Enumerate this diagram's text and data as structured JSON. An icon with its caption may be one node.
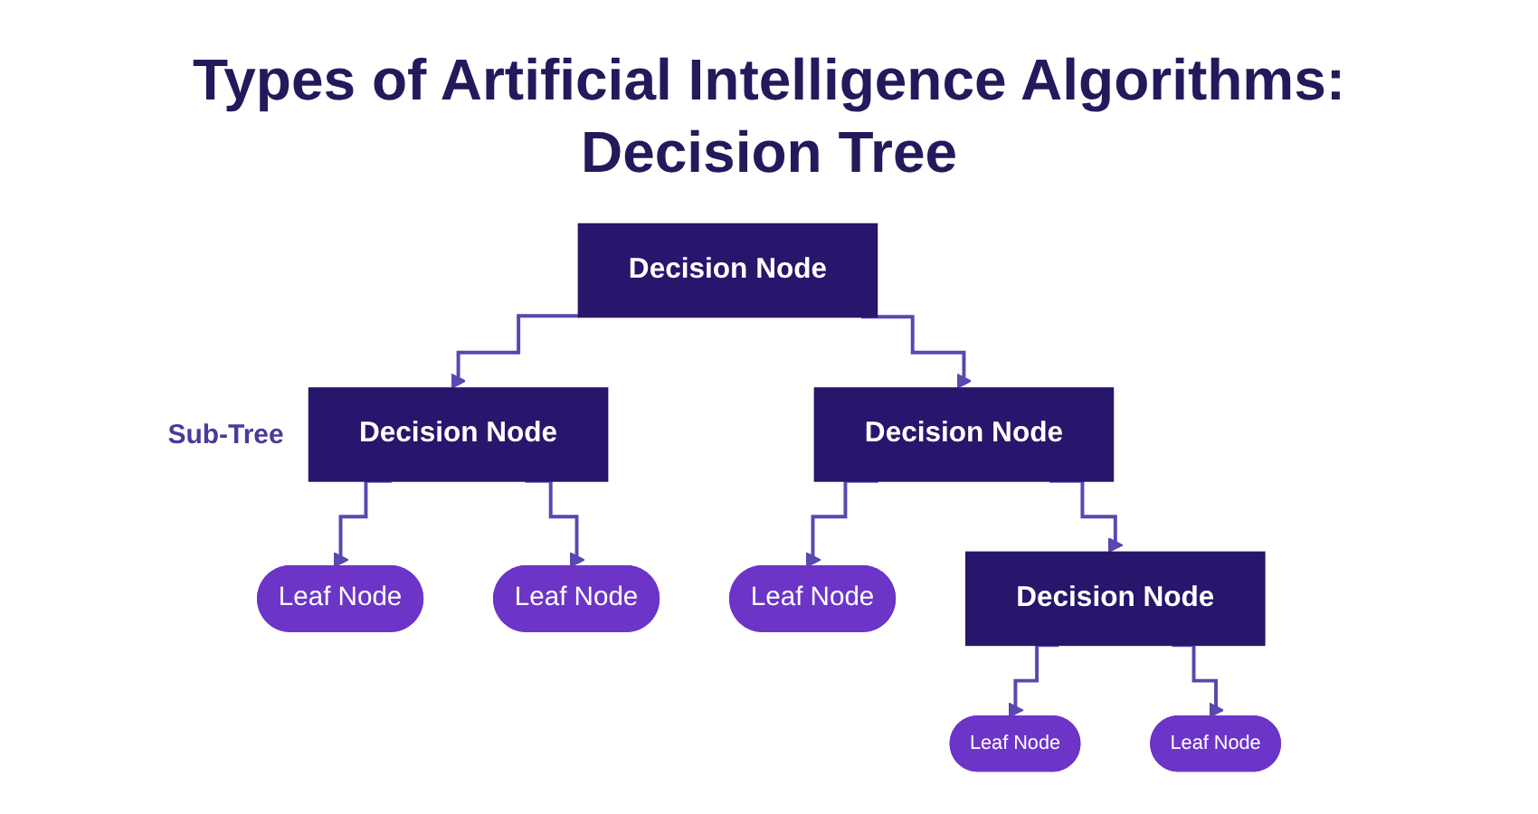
{
  "diagram": {
    "title": "Types of Artificial Intelligence Algorithms: Decision Tree",
    "nodes": [
      {
        "text": [
          "Decision Node"
        ]
      },
      {
        "text": [
          "Decision Node"
        ],
        "beside": [
          "Sub-Tree"
        ]
      },
      {
        "text": [
          "Decision Node"
        ]
      },
      {
        "text": [
          "Leaf Node"
        ]
      },
      {
        "text": [
          "Leaf Node"
        ]
      },
      {
        "text": [
          "Leaf Node"
        ]
      },
      {
        "text": [
          "Decision Node"
        ]
      },
      {
        "text": [
          "Leaf Node"
        ]
      },
      {
        "text": [
          "Leaf Node"
        ]
      }
    ],
    "edges": [
      {
        "from": 0,
        "to": 1,
        "arrow": "to"
      },
      {
        "from": 0,
        "to": 2,
        "arrow": "to"
      },
      {
        "from": 1,
        "to": 3,
        "arrow": "to"
      },
      {
        "from": 1,
        "to": 4,
        "arrow": "to"
      },
      {
        "from": 2,
        "to": 5,
        "arrow": "to"
      },
      {
        "from": 2,
        "to": 6,
        "arrow": "to"
      },
      {
        "from": 6,
        "to": 7,
        "arrow": "to"
      },
      {
        "from": 6,
        "to": 8,
        "arrow": "to"
      }
    ]
  }
}
